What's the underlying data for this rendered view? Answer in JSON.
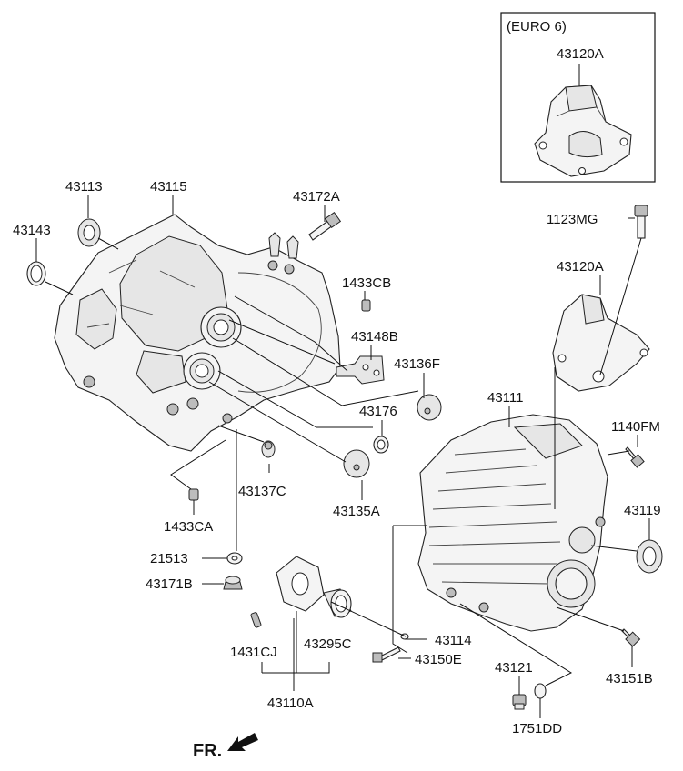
{
  "inset": {
    "title": "(EURO 6)",
    "part": "43120A"
  },
  "labels": {
    "p43113": "43113",
    "p43115": "43115",
    "p43143": "43143",
    "p43172A": "43172A",
    "p1433CB": "1433CB",
    "p43148B": "43148B",
    "p43136F": "43136F",
    "p43176": "43176",
    "p43137C": "43137C",
    "p43135A": "43135A",
    "p1433CA": "1433CA",
    "p21513": "21513",
    "p43171B": "43171B",
    "p1431CJ": "1431CJ",
    "p43295C": "43295C",
    "p43110A": "43110A",
    "p43114": "43114",
    "p43150E": "43150E",
    "p43121": "43121",
    "p1751DD": "1751DD",
    "p43151B": "43151B",
    "p43119": "43119",
    "p1140FM": "1140FM",
    "p43111": "43111",
    "p43120A": "43120A",
    "p1123MG": "1123MG"
  },
  "direction": {
    "label": "FR."
  }
}
